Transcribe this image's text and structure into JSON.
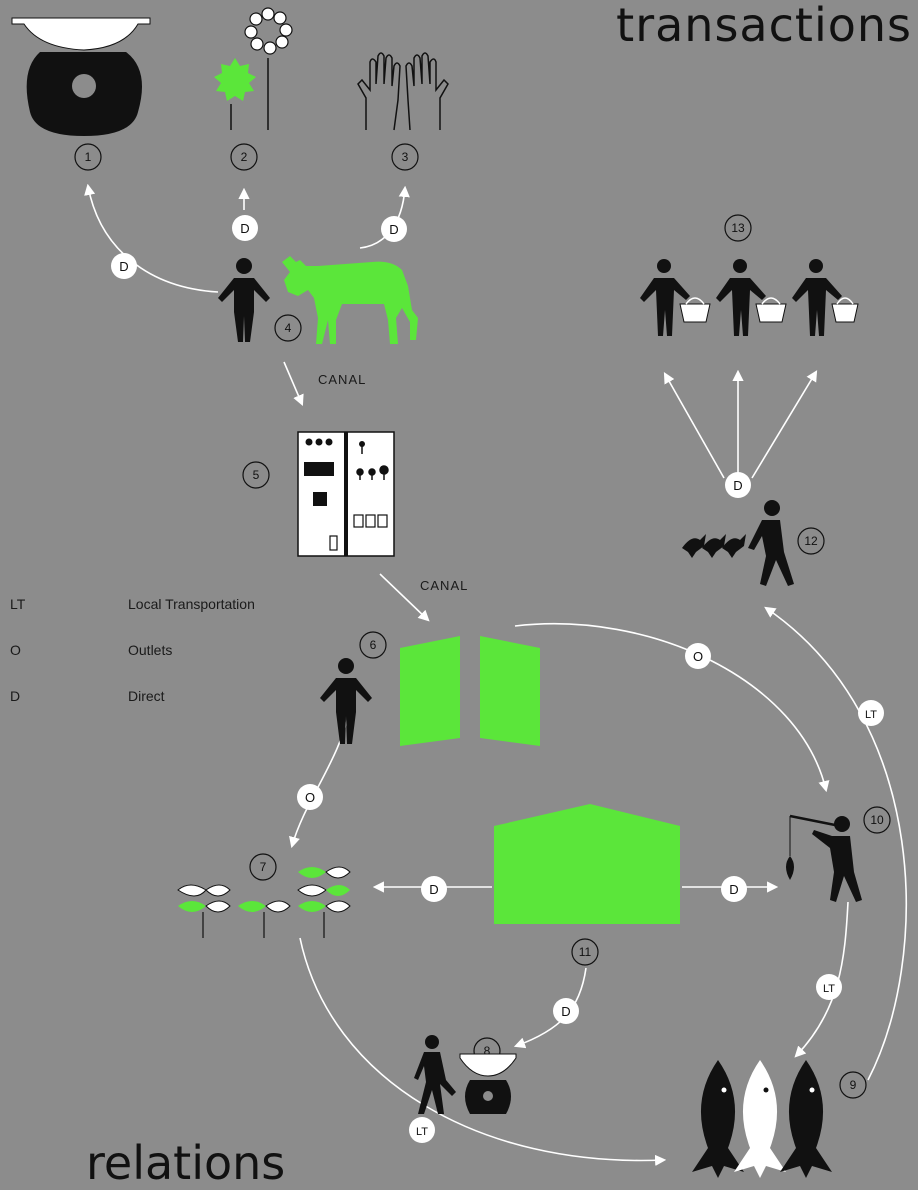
{
  "title": "transactions",
  "bottom_word": "relations",
  "colors": {
    "background": "#8c8c8c",
    "accent_green": "#5be63a",
    "ink": "#111111",
    "line": "#ffffff"
  },
  "legend": [
    {
      "abbr": "LT",
      "desc": "Local Transportation"
    },
    {
      "abbr": "O",
      "desc": "Outlets"
    },
    {
      "abbr": "D",
      "desc": "Direct"
    }
  ],
  "canal_labels": [
    "CANAL",
    "CANAL"
  ],
  "node_numbers": [
    "1",
    "2",
    "3",
    "4",
    "5",
    "6",
    "7",
    "8",
    "9",
    "10",
    "11",
    "12",
    "13"
  ],
  "edge_labels": {
    "d_1": "D",
    "d_2": "D",
    "d_3": "D",
    "d_13": "D",
    "o_10": "O",
    "o_7": "O",
    "d_7": "D",
    "d_10": "D",
    "d_8": "D",
    "lt_12": "LT",
    "lt_9_from_10": "LT",
    "lt_9_from_7": "LT"
  },
  "icons": {
    "n1": "kitchen-scale-icon",
    "n2": "flower-plant-icon",
    "n3": "gloves-icon",
    "n4": "farmer-with-cow-icon",
    "n5": "control-panel-icon",
    "n6": "person-with-gates-icon",
    "n7": "plant-sprouts-icon",
    "n8": "person-with-scale-icon",
    "n9": "fish-group-icon",
    "n10": "fisherman-icon",
    "n11": "greenhouse-icon",
    "n12": "person-with-birds-icon",
    "n13": "shoppers-with-baskets-icon"
  }
}
